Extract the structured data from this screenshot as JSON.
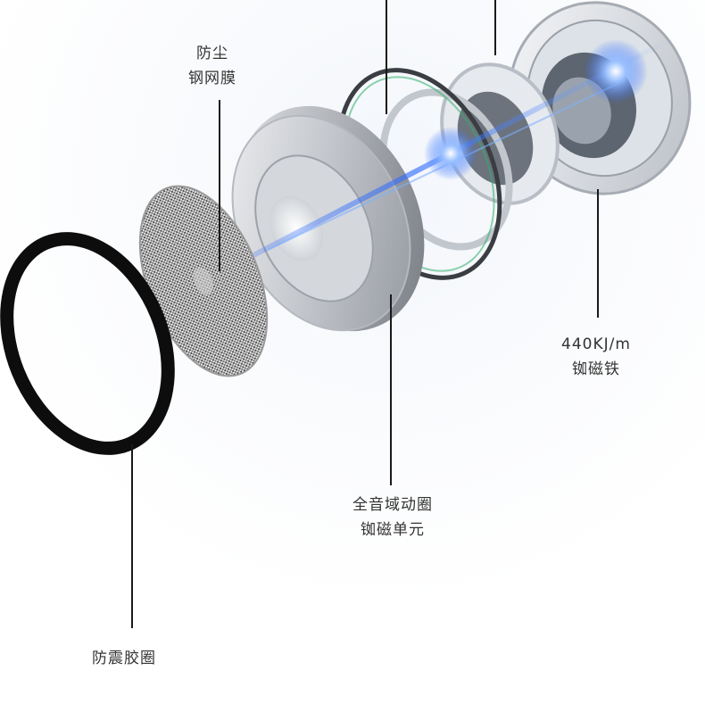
{
  "labels": {
    "dust_mesh": {
      "line1": "防尘",
      "line2": "钢网膜"
    },
    "magnet": {
      "line1": "440KJ/m",
      "line2": "铷磁铁"
    },
    "driver_unit": {
      "line1": "全音域动圈",
      "line2": "铷磁单元"
    },
    "rubber_ring": {
      "line1": "防震胶圈"
    }
  },
  "colors": {
    "background": "#ffffff",
    "text": "#333333",
    "leader_line": "#1a1a1a",
    "ring": "#0d0d0d",
    "metal": "#c9ccd1",
    "glow": "#2f6bff"
  }
}
